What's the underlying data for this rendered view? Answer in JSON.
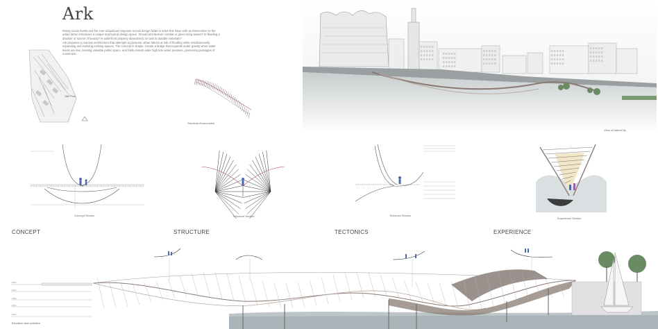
{
  "header": {
    "title": "Ark",
    "paragraph_1": "Rising ocean levels and the ever-ubiquitous response across design fields to solve this issue with an intervention to the urban fabric introduces a unique and topical design space. Should architecture combat or greet rising waters? Is flooding a disaster or source of beauty? Is waterfront property abandoned, or cast in durable materials?",
    "paragraph_2": "Ark proposes a reactive architecture that attempts to preserve urban fabrics at risk of flooding while simultaneously expanding and evolving existing spaces. The concept is simple. Create a bridge that expands under gravity when water levels are low, creating valuable public space, and folds closed under high tide water pressure, preserving passages of movement."
  },
  "captions": {
    "site_plan": "Site Plan",
    "structure_axonometric": "Structure Axonometric",
    "view": "View of HafenCity",
    "concept_section": "Concept Section",
    "structure_section": "Structure Section",
    "tectonics_section": "Tectonics Section",
    "experience_section": "Experience Section",
    "elevation": "Elevation and activities"
  },
  "sections": {
    "concept": "CONCEPT",
    "structure": "STRUCTURE",
    "tectonics": "TECTONICS",
    "experience": "EXPERIENCE"
  },
  "levels": [
    "8.5m",
    "6.0m",
    "4.0m",
    "2.0m",
    "0.0m"
  ],
  "colors": {
    "line": "#555555",
    "red": "#b05060",
    "blue": "#4a6aa8",
    "water": "#a9b4b8",
    "timber": "#8a7a72"
  }
}
